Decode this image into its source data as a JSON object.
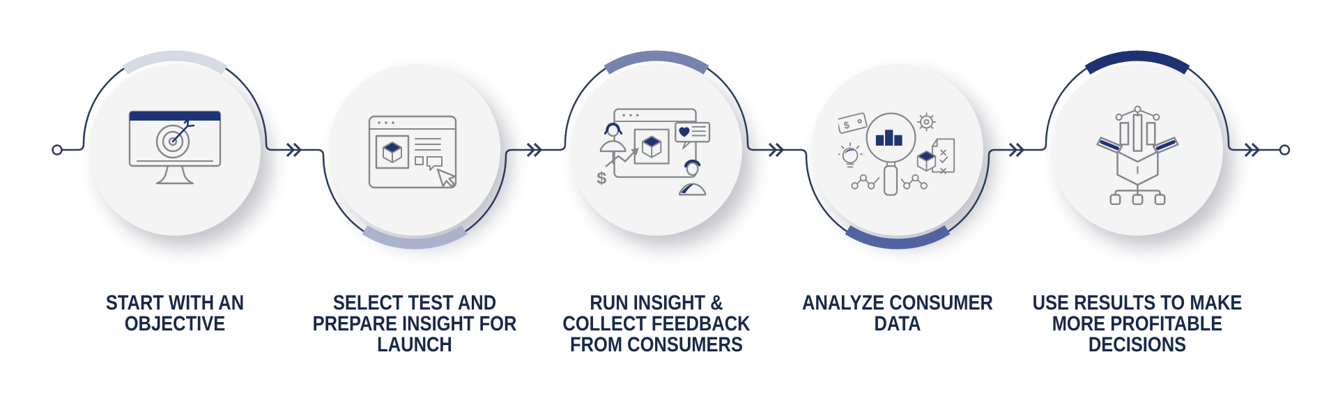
{
  "colors": {
    "background": "#ffffff",
    "text": "#182848",
    "connector": "#2c3a5e",
    "circle_fill": "#f4f4f5",
    "icon_stroke": "#85878c",
    "icon_accent": "#1f3474"
  },
  "diagram_type": "5-step process flow",
  "steps": [
    {
      "id": 1,
      "icon": "monitor-target-icon",
      "arc_color": "#d5dae3",
      "arc_position": "top",
      "lines": [
        "START WITH AN",
        "OBJECTIVE"
      ]
    },
    {
      "id": 2,
      "icon": "browser-test-select-icon",
      "arc_color": "#a9b3ce",
      "arc_position": "bottom",
      "lines": [
        "SELECT TEST AND",
        "PREPARE INSIGHT FOR",
        "LAUNCH"
      ]
    },
    {
      "id": 3,
      "icon": "consumer-feedback-icon",
      "arc_color": "#7683ae",
      "arc_position": "top",
      "lines": [
        "RUN INSIGHT &",
        "COLLECT FEEDBACK",
        "FROM CONSUMERS"
      ]
    },
    {
      "id": 4,
      "icon": "analyze-data-icon",
      "arc_color": "#5263a2",
      "arc_position": "bottom",
      "lines": [
        "ANALYZE CONSUMER",
        "DATA"
      ]
    },
    {
      "id": 5,
      "icon": "results-decisions-icon",
      "arc_color": "#1e3173",
      "arc_position": "top",
      "lines": [
        "USE RESULTS TO MAKE",
        "MORE PROFITABLE",
        "DECISIONS"
      ]
    }
  ],
  "icon_text": {
    "dollar": "$"
  }
}
